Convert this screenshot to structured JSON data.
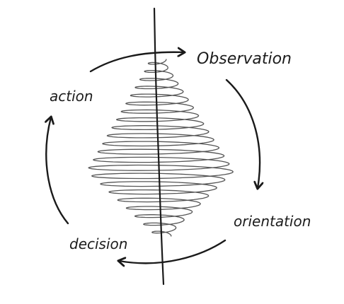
{
  "labels": {
    "observation": "Observation",
    "orientation": "orientation",
    "decision": "decision",
    "action": "action"
  },
  "icons": {
    "cycle_arrows": "circular-arrow-icon",
    "scribble": "spiral-scribble-icon"
  },
  "colors": {
    "ink": "#1a1a1a",
    "scribble": "#555555",
    "background": "#ffffff"
  }
}
